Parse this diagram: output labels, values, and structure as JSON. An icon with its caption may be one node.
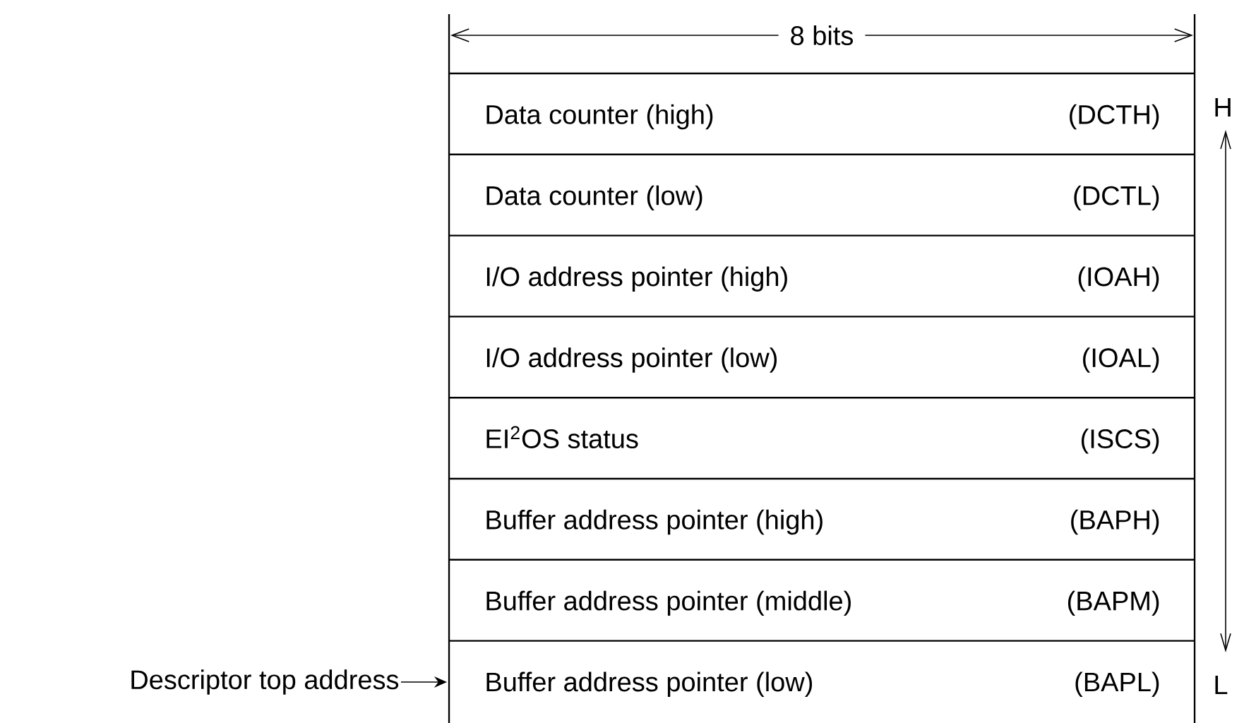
{
  "diagram": {
    "nodes": [
      {
        "text": [
          "Data counter (high)",
          "(DCTH)"
        ]
      },
      {
        "text": [
          "Data counter (low)",
          "(DCTL)"
        ]
      },
      {
        "text": [
          "I/O address pointer (high)",
          "(IOAH)"
        ]
      },
      {
        "text": [
          "I/O address pointer (low)",
          "(IOAL)"
        ]
      },
      {
        "text": [
          "EI$^{2}$OS status",
          "(ISCS)"
        ]
      },
      {
        "text": [
          "Buffer address pointer (high)",
          "(BAPH)"
        ]
      },
      {
        "text": [
          "Buffer address pointer (middle)",
          "(BAPM)"
        ]
      },
      {
        "text": [
          "Buffer address pointer (low)",
          "(BAPL)"
        ]
      },
      {
        "text": [
          "Descriptor top address"
        ]
      }
    ],
    "edges": [
      {
        "from": 8,
        "to": 7,
        "arrow": "to"
      }
    ],
    "labels": [
      "8 bits",
      "H",
      "L"
    ]
  }
}
